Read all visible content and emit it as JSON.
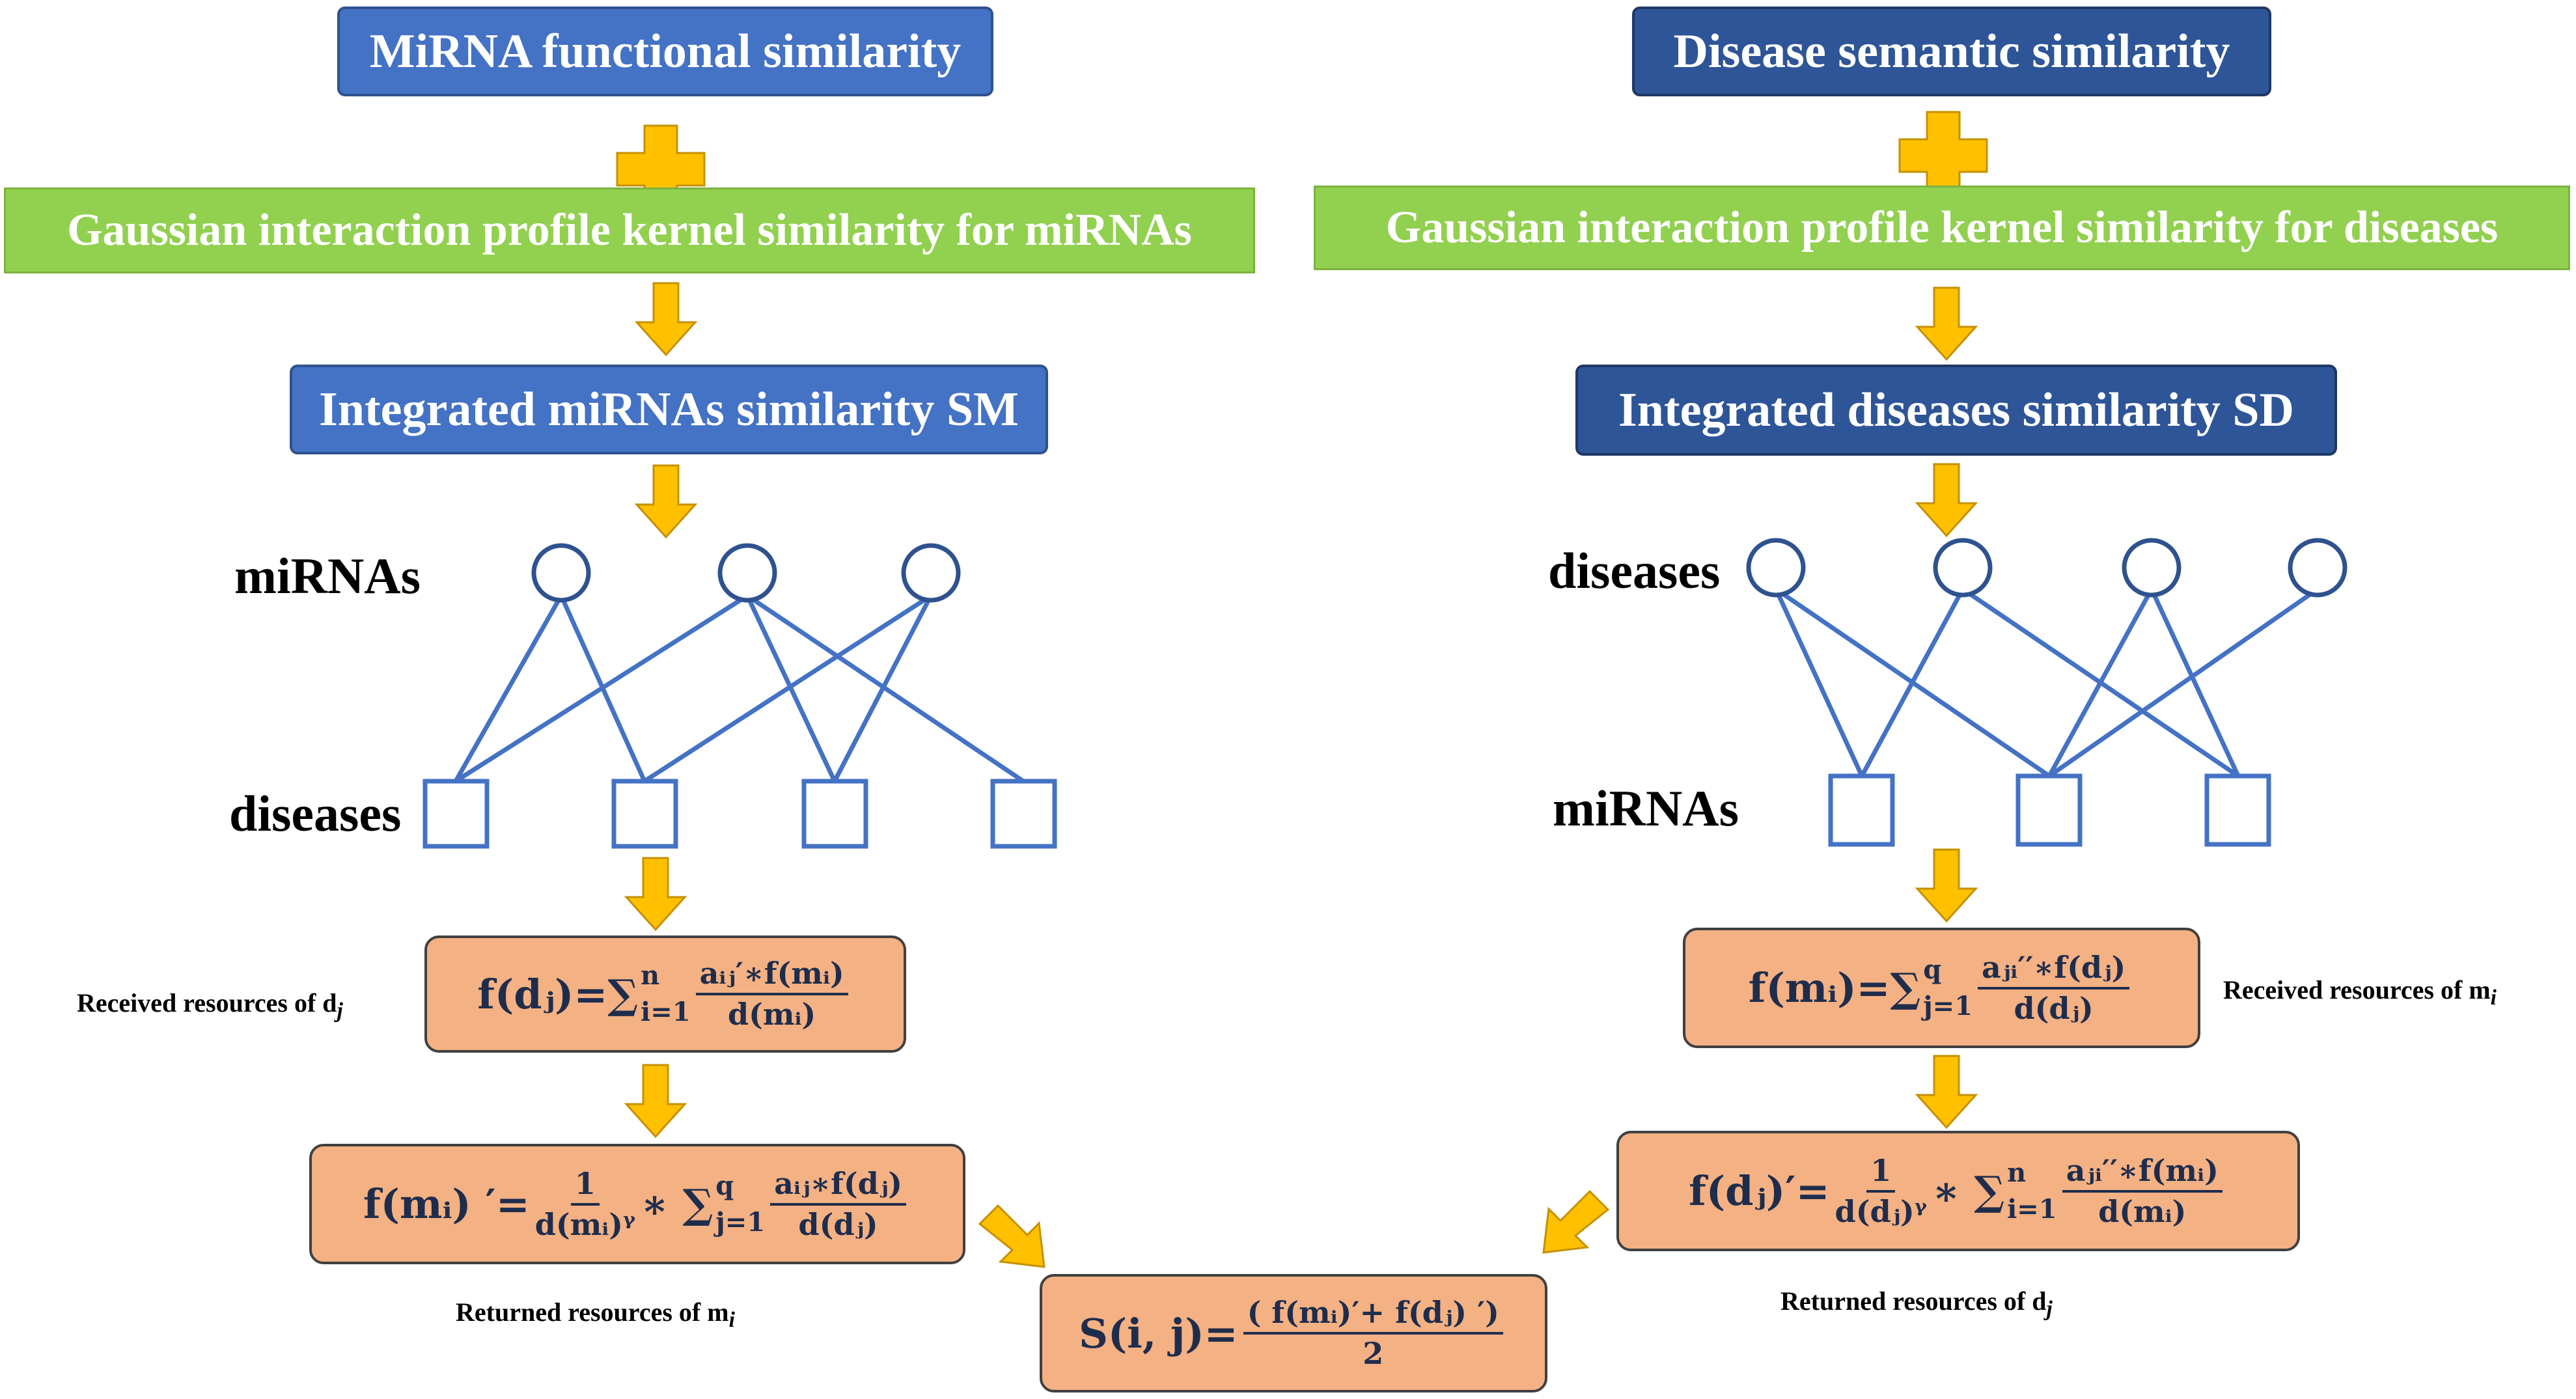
{
  "left": {
    "top_box": "MiRNA functional similarity",
    "gip_box": "Gaussian interaction profile kernel similarity for miRNAs",
    "integrated_box": "Integrated miRNAs similarity SM",
    "graph_top_label": "miRNAs",
    "graph_bottom_label": "diseases",
    "received_label": "Received resources of d",
    "received_sub": "j",
    "returned_label": "Returned resources of  m",
    "returned_sub": "i"
  },
  "right": {
    "top_box": "Disease semantic similarity",
    "gip_box": "Gaussian interaction profile kernel similarity for diseases",
    "integrated_box": "Integrated diseases similarity SD",
    "graph_top_label": "diseases",
    "graph_bottom_label": "miRNAs",
    "received_label": "Received resources of m",
    "received_sub": "i",
    "returned_label": "Returned resources of  d",
    "returned_sub": "j"
  },
  "formulas": {
    "f_dj": {
      "lhs": "f(dⱼ)=∑",
      "upper": "n",
      "lower": "i=1",
      "num": "aᵢⱼ′∗f(mᵢ)",
      "den": "d(mᵢ)"
    },
    "f_mi_prime": {
      "lhs": "f(mᵢ) ′=",
      "c_num": "1",
      "c_den": "d(mᵢ)ᵞ",
      "mid": "∗ ∑",
      "upper": "q",
      "lower": "j=1",
      "num": "aᵢⱼ∗f(dⱼ)",
      "den": "d(dⱼ)"
    },
    "f_mi": {
      "lhs": "f(mᵢ)=∑",
      "upper": "q",
      "lower": "j=1",
      "num": "aⱼᵢ′′∗f(dⱼ)",
      "den": "d(dⱼ)"
    },
    "f_dj_prime": {
      "lhs": "f(dⱼ)′=",
      "c_num": "1",
      "c_den": "d(dⱼ)ᵞ",
      "mid": "∗ ∑",
      "upper": "n",
      "lower": "i=1",
      "num": "aⱼᵢ′′∗f(mᵢ)",
      "den": "d(mᵢ)"
    },
    "s_ij": {
      "lhs": "S(i, j)=",
      "num": "( f(mᵢ)′+ f(dⱼ) ′)",
      "den": "2"
    }
  },
  "colors": {
    "blue_box": "#4472c4",
    "navy_box": "#2e5597",
    "green_box": "#92d050",
    "formula_box": "#f4b183",
    "arrow": "#ffc000",
    "graph_line": "#4472c4"
  }
}
